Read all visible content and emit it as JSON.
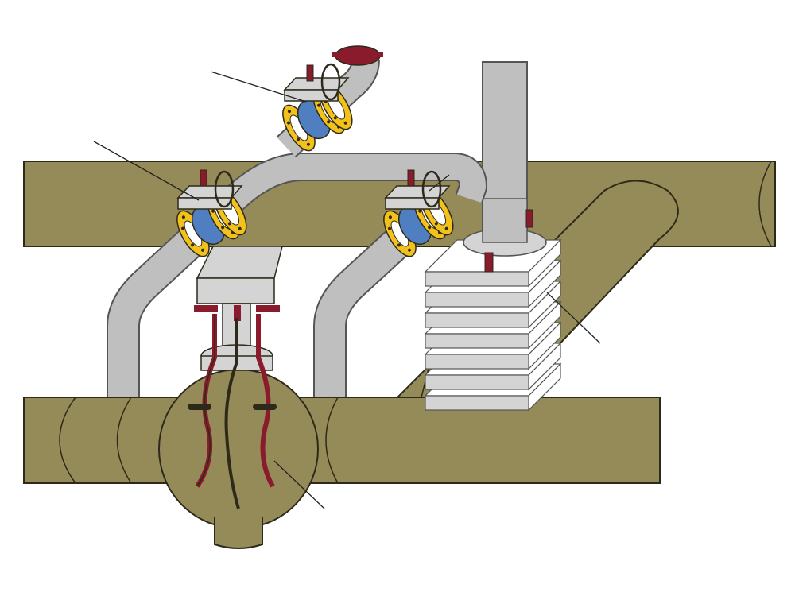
{
  "colors": {
    "background": "#ffffff",
    "main_pipe": "#958b58",
    "main_pipe_stroke": "#2d2a1a",
    "branch_pipe": "#bfbfbf",
    "branch_pipe_stroke": "#555555",
    "valve_body": "#4f7fc1",
    "flange": "#f2c21b",
    "fitting": "#8a1b2c",
    "fins": "#d4d4d4",
    "leader_line": "#222222"
  },
  "components": [
    {
      "name": "main-header-pipe-upper",
      "kind": "pipe",
      "material": "main"
    },
    {
      "name": "main-header-pipe-lower",
      "kind": "pipe",
      "material": "main"
    },
    {
      "name": "diagonal-connector-pipe",
      "kind": "pipe",
      "material": "main"
    },
    {
      "name": "bypass-branch-pipe",
      "kind": "pipe",
      "material": "branch"
    },
    {
      "name": "vertical-riser-pipe",
      "kind": "pipe",
      "material": "branch"
    },
    {
      "name": "isolation-valve-left",
      "kind": "valve"
    },
    {
      "name": "isolation-valve-top",
      "kind": "valve"
    },
    {
      "name": "isolation-valve-right",
      "kind": "valve"
    },
    {
      "name": "finned-heat-exchanger",
      "kind": "fins",
      "fin_count": 7
    },
    {
      "name": "sensor-probe-assembly",
      "kind": "probe"
    },
    {
      "name": "top-blind-cap",
      "kind": "cap"
    }
  ],
  "callouts": [
    {
      "name": "callout-top-valve",
      "label": ""
    },
    {
      "name": "callout-left-valve",
      "label": ""
    },
    {
      "name": "callout-right-valve",
      "label": ""
    },
    {
      "name": "callout-heat-exchanger",
      "label": ""
    },
    {
      "name": "callout-probe-chamber",
      "label": ""
    }
  ]
}
